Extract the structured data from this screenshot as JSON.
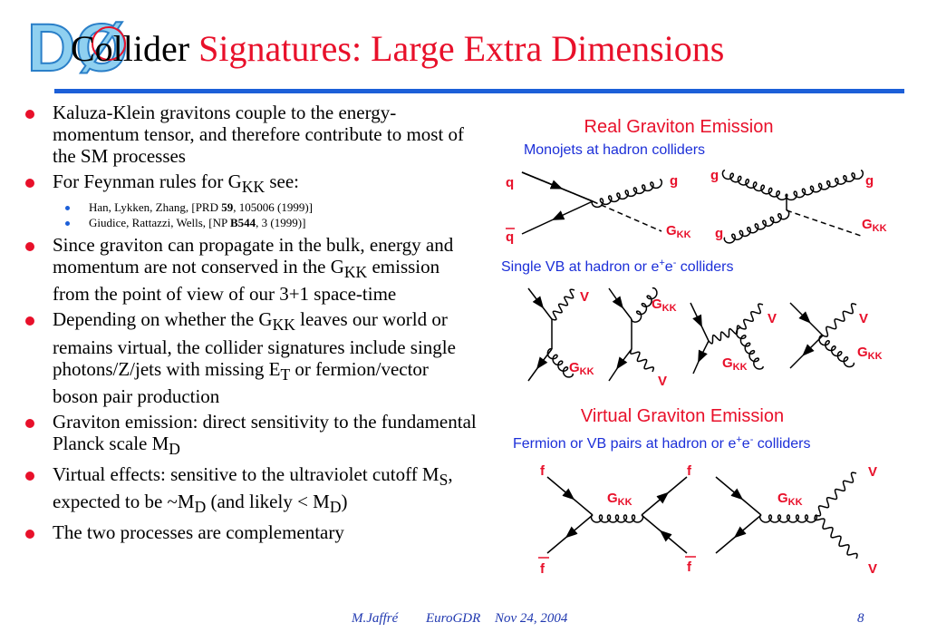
{
  "header": {
    "logo_text": "DØ",
    "title_part1": "Collider",
    "title_part2": "Signatures: Large Extra Dimensions"
  },
  "bullets": [
    {
      "text": "Kaluza-Klein gravitons couple to the energy-momentum tensor, and therefore contribute to most of the SM processes"
    },
    {
      "pre": "For Feynman rules for G",
      "sub": "KK",
      "post": " see:",
      "refs": [
        {
          "pre": "Han, Lykken, Zhang, [PRD ",
          "bold": "59",
          "post": ", 105006 (1999)]"
        },
        {
          "pre": "Giudice, Rattazzi, Wells, [NP ",
          "bold": "B544",
          "post": ", 3 (1999)]"
        }
      ]
    },
    {
      "pre": "Since graviton can propagate in the bulk, energy and momentum are not conserved in the G",
      "sub": "KK",
      "post": " emission from the point of view of our 3+1 space-time"
    },
    {
      "pre": "Depending on whether the G",
      "sub": "KK",
      "mid": " leaves our world or remains virtual, the collider signatures include single photons/Z/jets with missing E",
      "sub2": "T",
      "post": " or fermion/vector boson pair production"
    },
    {
      "pre": "Graviton emission: direct sensitivity to the fundamental Planck scale M",
      "sub": "D",
      "post": ""
    },
    {
      "pre": "Virtual effects: sensitive to the ultraviolet cutoff M",
      "sub": "S",
      "mid": ", expected to be ~M",
      "sub2": "D",
      "post": " (and likely < M",
      "sub3": "D",
      "post2": ")"
    },
    {
      "text": "The two processes are complementary"
    }
  ],
  "diagrams": {
    "real_title": "Real Graviton Emission",
    "monojet_caption": "Monojets at hadron colliders",
    "single_vb_caption_pre": "Single VB at hadron or e",
    "single_vb_caption_sup1": "+",
    "single_vb_caption_mid": "e",
    "single_vb_caption_sup2": "-",
    "single_vb_caption_post": " colliders",
    "virtual_title": "Virtual Graviton Emission",
    "pairs_caption_pre": "Fermion or VB pairs at hadron or e",
    "pairs_caption_sup1": "+",
    "pairs_caption_mid": "e",
    "pairs_caption_sup2": "-",
    "pairs_caption_post": " colliders",
    "labels": {
      "q": "q",
      "qbar": "q",
      "g": "g",
      "G": "G",
      "KK": "KK",
      "V": "V",
      "f": "f",
      "fbar": "f"
    },
    "colors": {
      "title": "#e8102a",
      "caption": "#1c2fd8",
      "particle": "#e8102a"
    }
  },
  "footer": {
    "author": "M.Jaffré",
    "event": "EuroGDR",
    "date": "Nov 24, 2004",
    "page": "8"
  }
}
